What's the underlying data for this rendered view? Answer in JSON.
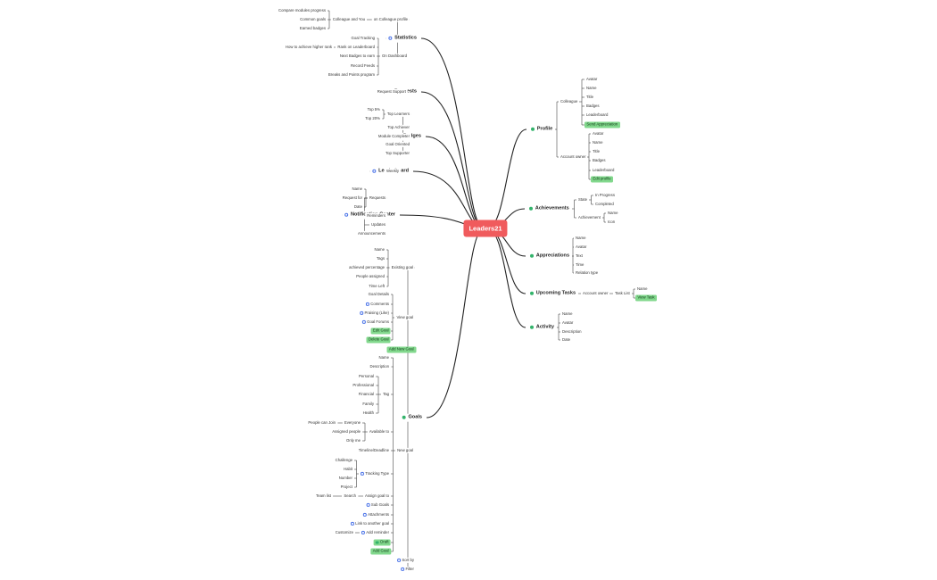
{
  "root": {
    "label": "Leaders21"
  },
  "colors": {
    "root": "#f05b5d",
    "highlight": "#82d88d",
    "blue_dot": "#4a73e8",
    "green_dot": "#33b36b",
    "line": "#222222"
  },
  "branches": [
    {
      "id": "statistics",
      "label": "Statistics",
      "side": "left",
      "dot": "blue"
    },
    {
      "id": "requests",
      "label": "Requests",
      "side": "left",
      "dot": "blue"
    },
    {
      "id": "badges",
      "label": "Badges",
      "side": "left",
      "dot": "blue"
    },
    {
      "id": "leaderboard",
      "label": "Leaderboard",
      "side": "left",
      "dot": "blue"
    },
    {
      "id": "notification",
      "label": "Notification Center",
      "side": "left",
      "dot": "blue"
    },
    {
      "id": "goals",
      "label": "Goals",
      "side": "left",
      "dot": "green"
    },
    {
      "id": "profile",
      "label": "Profile",
      "side": "right",
      "dot": "green"
    },
    {
      "id": "achievements",
      "label": "Achievements",
      "side": "right",
      "dot": "green"
    },
    {
      "id": "appreciations",
      "label": "Appreciations",
      "side": "right",
      "dot": "green"
    },
    {
      "id": "upcoming",
      "label": "Upcoming Tasks",
      "side": "right",
      "dot": "green"
    },
    {
      "id": "activity",
      "label": "Activity",
      "side": "right",
      "dot": "green"
    }
  ],
  "nodes": [
    {
      "id": "st_colleague_profile",
      "label": "on Colleague profile",
      "parent": "statistics"
    },
    {
      "id": "st_colleague_you",
      "label": "Colleague and You",
      "parent": "st_colleague_profile"
    },
    {
      "id": "st_compare",
      "label": "Compare modules progress",
      "parent": "st_colleague_you"
    },
    {
      "id": "st_common",
      "label": "Common goals",
      "parent": "st_colleague_you"
    },
    {
      "id": "st_earned",
      "label": "Earned badges",
      "parent": "st_colleague_you"
    },
    {
      "id": "st_dashboard",
      "label": "On Dashboard",
      "parent": "statistics"
    },
    {
      "id": "st_goal_tracking",
      "label": "Goal Tracking",
      "parent": "st_dashboard"
    },
    {
      "id": "st_rank",
      "label": "Rank on Leaderboard",
      "parent": "st_dashboard"
    },
    {
      "id": "st_how",
      "label": "How to achieve higher rank",
      "parent": "st_rank"
    },
    {
      "id": "st_next_badges",
      "label": "Next Badges to earn",
      "parent": "st_dashboard"
    },
    {
      "id": "st_record",
      "label": "Record Feeds",
      "parent": "st_dashboard"
    },
    {
      "id": "st_breaks",
      "label": "Breaks and Points program",
      "parent": "st_dashboard"
    },
    {
      "id": "rq_support",
      "label": "Request Support",
      "parent": "requests"
    },
    {
      "id": "bd_top_learners",
      "label": "Top Learners",
      "parent": "badges"
    },
    {
      "id": "bd_top5",
      "label": "Top 5%",
      "parent": "bd_top_learners"
    },
    {
      "id": "bd_top20",
      "label": "Top 20%",
      "parent": "bd_top_learners"
    },
    {
      "id": "bd_top_achiever",
      "label": "Top Achiever",
      "parent": "badges"
    },
    {
      "id": "bd_module",
      "label": "Module Completer",
      "parent": "badges"
    },
    {
      "id": "bd_goal_oriented",
      "label": "Goal Oriented",
      "parent": "badges"
    },
    {
      "id": "bd_top_supporter",
      "label": "Top Supporter",
      "parent": "badges"
    },
    {
      "id": "lb_weekly",
      "label": "Weekly",
      "parent": "leaderboard"
    },
    {
      "id": "nc_requests",
      "label": "Requests",
      "parent": "notification"
    },
    {
      "id": "nc_name",
      "label": "Name",
      "parent": "nc_requests"
    },
    {
      "id": "nc_request_for",
      "label": "Request for",
      "parent": "nc_requests"
    },
    {
      "id": "nc_date",
      "label": "Date",
      "parent": "nc_requests"
    },
    {
      "id": "nc_reminders",
      "label": "Reminders",
      "parent": "notification"
    },
    {
      "id": "nc_updates",
      "label": "Updates",
      "parent": "notification"
    },
    {
      "id": "nc_announcements",
      "label": "Announcements",
      "parent": "notification"
    },
    {
      "id": "g_existing",
      "label": "Existing goal",
      "parent": "goals"
    },
    {
      "id": "g_ex_name",
      "label": "Name",
      "parent": "g_existing"
    },
    {
      "id": "g_ex_tags",
      "label": "Tags",
      "parent": "g_existing"
    },
    {
      "id": "g_ex_pct",
      "label": "achieved percentage",
      "parent": "g_existing"
    },
    {
      "id": "g_ex_people",
      "label": "People assigned",
      "parent": "g_existing"
    },
    {
      "id": "g_ex_time",
      "label": "Time Left",
      "parent": "g_existing"
    },
    {
      "id": "g_view",
      "label": "View goal",
      "parent": "goals"
    },
    {
      "id": "g_v_details",
      "label": "Goal Details",
      "parent": "g_view"
    },
    {
      "id": "g_v_comments",
      "label": "Comments",
      "parent": "g_view",
      "dot": "sblue"
    },
    {
      "id": "g_v_praising",
      "label": "Praising (Like)",
      "parent": "g_view",
      "dot": "sblue"
    },
    {
      "id": "g_v_forums",
      "label": "Goal Forums",
      "parent": "g_view",
      "dot": "sblue"
    },
    {
      "id": "g_v_edit",
      "label": "Edit Goal",
      "parent": "g_view",
      "highlight": true
    },
    {
      "id": "g_v_delete",
      "label": "Delete Goal",
      "parent": "g_view",
      "highlight": true
    },
    {
      "id": "g_add_new",
      "label": "Add New Goal",
      "parent": "goals",
      "highlight": true
    },
    {
      "id": "g_new",
      "label": "New goal",
      "parent": "goals"
    },
    {
      "id": "g_n_name",
      "label": "Name",
      "parent": "g_new"
    },
    {
      "id": "g_n_desc",
      "label": "Description",
      "parent": "g_new"
    },
    {
      "id": "g_n_tag",
      "label": "Tag",
      "parent": "g_new"
    },
    {
      "id": "g_t_personal",
      "label": "Personal",
      "parent": "g_n_tag"
    },
    {
      "id": "g_t_professional",
      "label": "Professional",
      "parent": "g_n_tag"
    },
    {
      "id": "g_t_financial",
      "label": "Financial",
      "parent": "g_n_tag"
    },
    {
      "id": "g_t_family",
      "label": "Family",
      "parent": "g_n_tag"
    },
    {
      "id": "g_t_health",
      "label": "Health",
      "parent": "g_n_tag"
    },
    {
      "id": "g_n_available",
      "label": "Available to",
      "parent": "g_new"
    },
    {
      "id": "g_a_everyone",
      "label": "Everyone",
      "parent": "g_n_available"
    },
    {
      "id": "g_a_join",
      "label": "People can Join",
      "parent": "g_a_everyone"
    },
    {
      "id": "g_a_assigned",
      "label": "Assigned people",
      "parent": "g_n_available"
    },
    {
      "id": "g_a_onlyme",
      "label": "Only me",
      "parent": "g_n_available"
    },
    {
      "id": "g_n_timeline",
      "label": "Timeline/Deadline",
      "parent": "g_new"
    },
    {
      "id": "g_n_tracking",
      "label": "Tracking Type",
      "parent": "g_new",
      "dot": "sblue"
    },
    {
      "id": "g_tr_challenge",
      "label": "Challenge",
      "parent": "g_n_tracking"
    },
    {
      "id": "g_tr_habit",
      "label": "Habit",
      "parent": "g_n_tracking"
    },
    {
      "id": "g_tr_number",
      "label": "Number",
      "parent": "g_n_tracking"
    },
    {
      "id": "g_tr_project",
      "label": "Project",
      "parent": "g_n_tracking"
    },
    {
      "id": "g_n_assign",
      "label": "Assign goal to",
      "parent": "g_new"
    },
    {
      "id": "g_as_search",
      "label": "Search",
      "parent": "g_n_assign"
    },
    {
      "id": "g_as_team",
      "label": "Team list",
      "parent": "g_as_search"
    },
    {
      "id": "g_n_sub",
      "label": "Sub Goals",
      "parent": "g_new",
      "dot": "sblue"
    },
    {
      "id": "g_n_attach",
      "label": "Attachments",
      "parent": "g_new",
      "dot": "sblue"
    },
    {
      "id": "g_n_link",
      "label": "Link to another goal",
      "parent": "g_new",
      "dot": "sblue"
    },
    {
      "id": "g_n_reminder",
      "label": "Add reminder",
      "parent": "g_new",
      "dot": "sblue"
    },
    {
      "id": "g_r_customize",
      "label": "Customize",
      "parent": "g_n_reminder"
    },
    {
      "id": "g_n_draft",
      "label": "Draft",
      "parent": "g_new",
      "highlight": true,
      "dot": "sgreen"
    },
    {
      "id": "g_n_add",
      "label": "Add Goal",
      "parent": "g_new",
      "highlight": true
    },
    {
      "id": "g_sort",
      "label": "Sort by",
      "parent": "goals",
      "dot": "sblue"
    },
    {
      "id": "g_filter",
      "label": "Filter",
      "parent": "goals",
      "dot": "sblue"
    },
    {
      "id": "pf_colleague",
      "label": "Colleague",
      "parent": "profile"
    },
    {
      "id": "pf_c_avatar",
      "label": "Avatar",
      "parent": "pf_colleague"
    },
    {
      "id": "pf_c_name",
      "label": "Name",
      "parent": "pf_colleague"
    },
    {
      "id": "pf_c_title",
      "label": "Title",
      "parent": "pf_colleague"
    },
    {
      "id": "pf_c_badges",
      "label": "Badges",
      "parent": "pf_colleague"
    },
    {
      "id": "pf_c_leaderboard",
      "label": "Leaderboard",
      "parent": "pf_colleague"
    },
    {
      "id": "pf_c_send",
      "label": "Send Appreciation",
      "parent": "pf_colleague",
      "highlight": true
    },
    {
      "id": "pf_owner",
      "label": "Account owner",
      "parent": "profile"
    },
    {
      "id": "pf_o_avatar",
      "label": "Avatar",
      "parent": "pf_owner"
    },
    {
      "id": "pf_o_name",
      "label": "Name",
      "parent": "pf_owner"
    },
    {
      "id": "pf_o_title",
      "label": "Title",
      "parent": "pf_owner"
    },
    {
      "id": "pf_o_badges",
      "label": "Badges",
      "parent": "pf_owner"
    },
    {
      "id": "pf_o_leaderboard",
      "label": "Leaderboard",
      "parent": "pf_owner"
    },
    {
      "id": "pf_o_edit",
      "label": "Edit profile",
      "parent": "pf_owner",
      "highlight": true
    },
    {
      "id": "ac_state",
      "label": "State",
      "parent": "achievements"
    },
    {
      "id": "ac_inprogress",
      "label": "In Progress",
      "parent": "ac_state"
    },
    {
      "id": "ac_completed",
      "label": "Completed",
      "parent": "ac_state"
    },
    {
      "id": "ac_achievement",
      "label": "Achievement",
      "parent": "achievements"
    },
    {
      "id": "ac_name",
      "label": "Name",
      "parent": "ac_achievement"
    },
    {
      "id": "ac_icon",
      "label": "Icon",
      "parent": "ac_achievement"
    },
    {
      "id": "ap_name",
      "label": "Name",
      "parent": "appreciations"
    },
    {
      "id": "ap_avatar",
      "label": "Avatar",
      "parent": "appreciations"
    },
    {
      "id": "ap_text",
      "label": "Text",
      "parent": "appreciations"
    },
    {
      "id": "ap_time",
      "label": "Time",
      "parent": "appreciations"
    },
    {
      "id": "ap_relation",
      "label": "Relation type",
      "parent": "appreciations"
    },
    {
      "id": "ut_owner",
      "label": "Account owner",
      "parent": "upcoming"
    },
    {
      "id": "ut_tasklist",
      "label": "Task List",
      "parent": "ut_owner"
    },
    {
      "id": "ut_name",
      "label": "Name",
      "parent": "ut_tasklist"
    },
    {
      "id": "ut_view",
      "label": "View Task",
      "parent": "ut_tasklist",
      "highlight": true
    },
    {
      "id": "av_name",
      "label": "Name",
      "parent": "activity"
    },
    {
      "id": "av_avatar",
      "label": "Avatar",
      "parent": "activity"
    },
    {
      "id": "av_desc",
      "label": "Description",
      "parent": "activity"
    },
    {
      "id": "av_date",
      "label": "Date",
      "parent": "activity"
    }
  ]
}
